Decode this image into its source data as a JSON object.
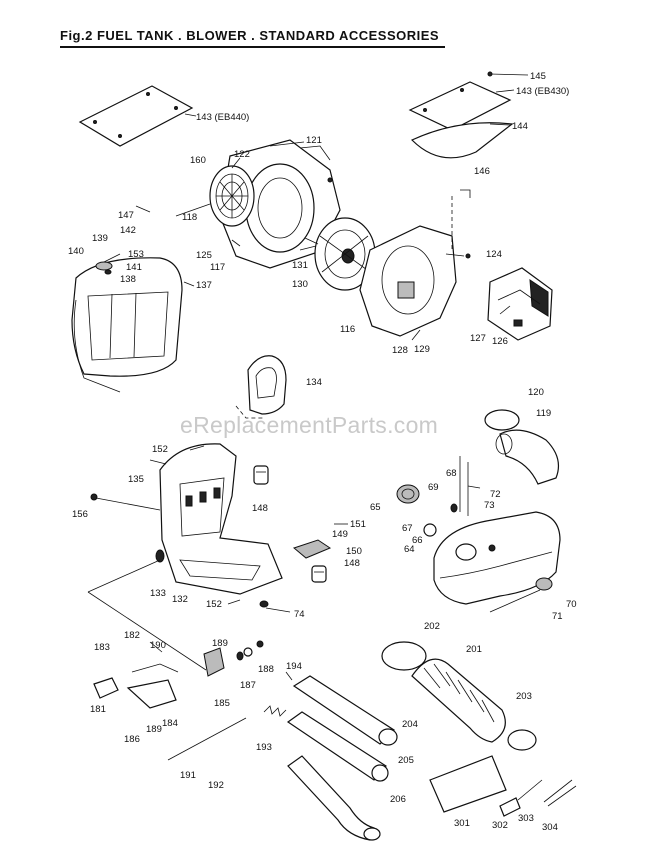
{
  "title": "Fig.2   FUEL TANK . BLOWER . STANDARD ACCESSORIES",
  "watermark": "eReplacementParts.com",
  "labels": {
    "p145": "145",
    "p143_eb430": "143 (EB430)",
    "p143_eb440": "143 (EB440)",
    "p144": "144",
    "p121": "121",
    "p122": "122",
    "p160": "160",
    "p146": "146",
    "p147": "147",
    "p118": "118",
    "p142": "142",
    "p139": "139",
    "p153": "153",
    "p140": "140",
    "p141": "141",
    "p138": "138",
    "p137": "137",
    "p125": "125",
    "p117": "117",
    "p131": "131",
    "p130": "130",
    "p124": "124",
    "p116": "116",
    "p128": "128",
    "p129": "129",
    "p127": "127",
    "p126": "126",
    "p134": "134",
    "p120": "120",
    "p119": "119",
    "p152a": "152",
    "p135": "135",
    "p68": "68",
    "p69": "69",
    "p72": "72",
    "p73": "73",
    "p65": "65",
    "p148a": "148",
    "p156": "156",
    "p151": "151",
    "p149": "149",
    "p67": "67",
    "p66": "66",
    "p150": "150",
    "p148b": "148",
    "p64": "64",
    "p133": "133",
    "p132": "132",
    "p152b": "152",
    "p74": "74",
    "p70": "70",
    "p71": "71",
    "p202": "202",
    "p182": "182",
    "p183": "183",
    "p190": "190",
    "p189a": "189",
    "p188": "188",
    "p201": "201",
    "p194": "194",
    "p187": "187",
    "p181": "181",
    "p185": "185",
    "p203": "203",
    "p189b": "189",
    "p184": "184",
    "p204": "204",
    "p186": "186",
    "p193": "193",
    "p205": "205",
    "p191": "191",
    "p192": "192",
    "p206": "206",
    "p301": "301",
    "p302": "302",
    "p303": "303",
    "p304": "304"
  }
}
